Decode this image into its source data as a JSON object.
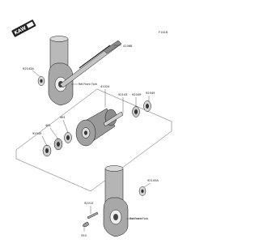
{
  "diagram": {
    "figure_code": "F1416",
    "callouts": {
      "axle": "41068",
      "collar_upper_left": "92143A",
      "hub": "41024",
      "spacer_center": "92143",
      "bearing_right_outer": "92049",
      "bearing_right_inner": "92049",
      "bearing_left": "92049",
      "seal_left_outer": "461",
      "seal_left_inner": "461",
      "collar_lower_right": "92143A",
      "bolt_lower": "92015",
      "nut_lower": "550"
    },
    "ref_label_upper": "Ref.Front Fork",
    "ref_label_lower": "Ref.Front Fork"
  }
}
